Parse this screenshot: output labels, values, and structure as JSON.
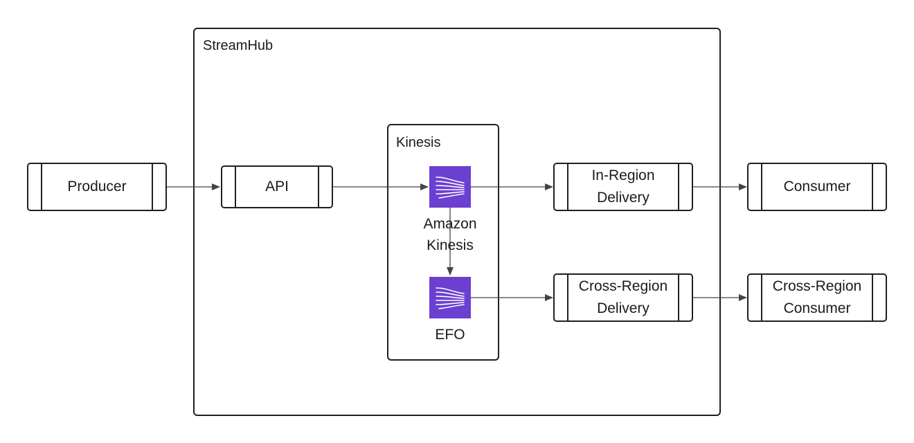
{
  "groups": {
    "streamhub": {
      "title": "StreamHub"
    },
    "kinesis": {
      "title": "Kinesis"
    }
  },
  "nodes": {
    "producer": "Producer",
    "api": "API",
    "in_region_delivery": "In-Region Delivery",
    "consumer": "Consumer",
    "cross_region_delivery": "Cross-Region Delivery",
    "cross_region_consumer": "Cross-Region Consumer"
  },
  "services": {
    "amazon_kinesis": {
      "label": "Amazon Kinesis",
      "icon": "amazon-kinesis-icon"
    },
    "efo": {
      "label": "EFO",
      "icon": "amazon-kinesis-icon"
    }
  },
  "colors": {
    "service_icon": "#6b3fd0",
    "stroke": "#1f1f1f",
    "arrow": "#444444"
  },
  "edges": [
    {
      "from": "Producer",
      "to": "API"
    },
    {
      "from": "API",
      "to": "Amazon Kinesis"
    },
    {
      "from": "Amazon Kinesis",
      "to": "In-Region Delivery"
    },
    {
      "from": "In-Region Delivery",
      "to": "Consumer"
    },
    {
      "from": "Amazon Kinesis",
      "to": "EFO"
    },
    {
      "from": "EFO",
      "to": "Cross-Region Delivery"
    },
    {
      "from": "Cross-Region Delivery",
      "to": "Cross-Region Consumer"
    }
  ]
}
